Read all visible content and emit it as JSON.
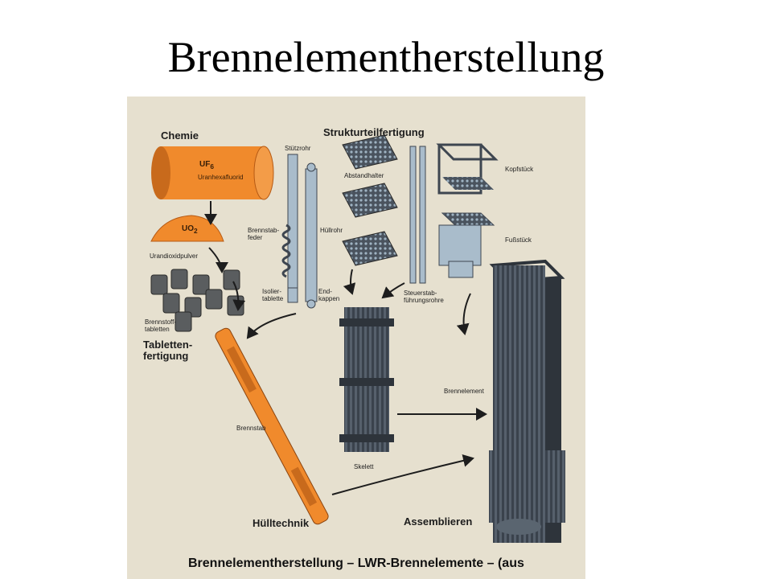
{
  "slide": {
    "title": "Brennelementherstellung"
  },
  "figure": {
    "sections": {
      "chemie": "Chemie",
      "strukturteil": "Strukturteilfertigung",
      "tabletten": "Tabletten-\nfertigung",
      "huelltechnik": "Hülltechnik",
      "assemblieren": "Assemblieren"
    },
    "labels": {
      "uf6": "UF",
      "uf6_sub": "6",
      "uranhexafluorid": "Uranhexafluorid",
      "uo2": "UO",
      "uo2_sub": "2",
      "urandioxidpulver": "Urandioxidpulver",
      "brennstofftabletten": "Brennstoff-\ntabletten",
      "stuetzrohr": "Stützrohr",
      "brennstabfeder": "Brennstab-\nfeder",
      "huellrohr": "Hüllrohr",
      "isoliertablette": "Isolier-\ntablette",
      "endkappen": "End-\nkappen",
      "abstandhalter": "Abstandhalter",
      "steuerstab": "Steuerstab-\nführungsrohre",
      "kopfstueck": "Kopfstück",
      "fussstueck": "Fußstück",
      "brennstab": "Brennstab",
      "skelett": "Skelett",
      "brennelement": "Brennelement"
    },
    "caption": "Brennelementherstellung  –  LWR-Brennelemente  –  (aus"
  },
  "colors": {
    "orange": "#f08a2c",
    "dark_orange": "#b65a14",
    "steel": "#3e4650",
    "light_steel": "#a9bccb",
    "paper": "#e6e0cf"
  }
}
